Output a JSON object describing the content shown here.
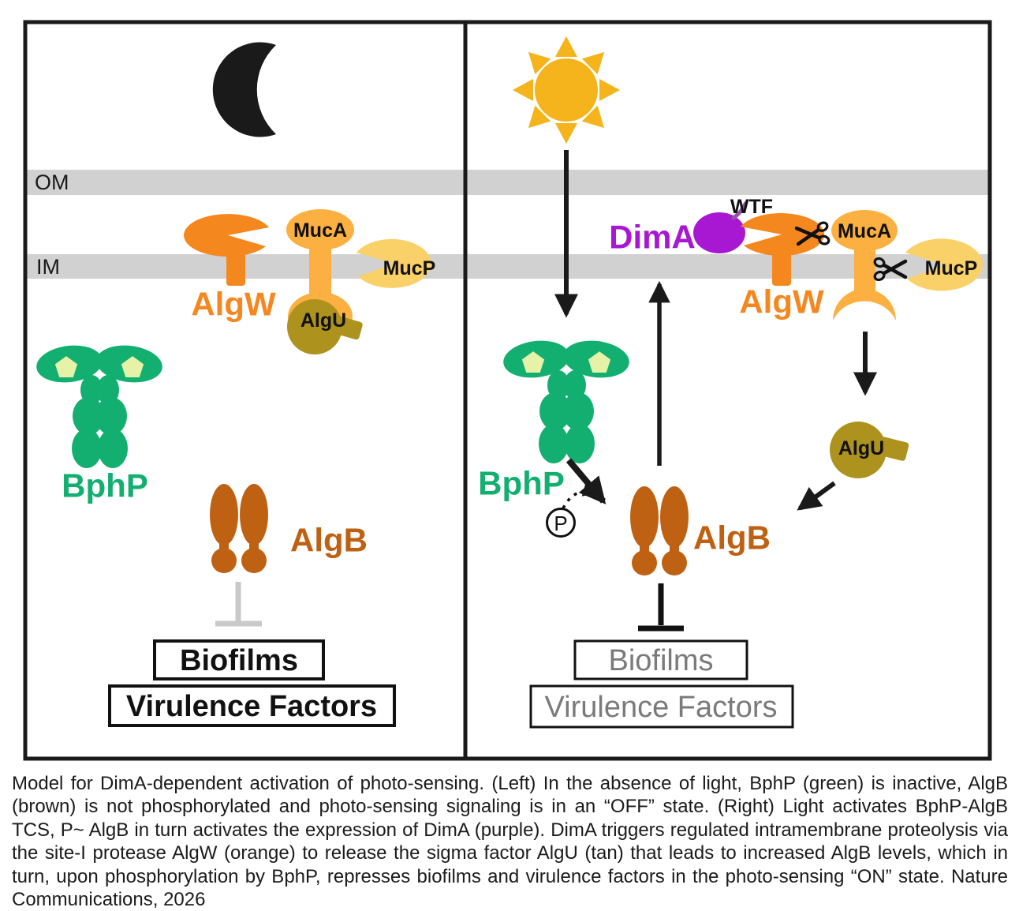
{
  "colors": {
    "algw_orange": "#F5871F",
    "muca_orange": "#FBB041",
    "mucp_yellow": "#FAD168",
    "algu_olive": "#AD921E",
    "bphp_green": "#13AF71",
    "pentagon_fill": "#E6F2A8",
    "algb_brown": "#BF6112",
    "dima_purple": "#A818D2",
    "wtf_purple": "#9455A8",
    "membrane_gray": "#D1D1D1",
    "inactive_gray": "#C9C9C9",
    "repressed_gray": "#7A7A7A",
    "sun_gold": "#F5B31C",
    "moon_black": "#1A1A1A",
    "arrow_black": "#1A1A1A"
  },
  "membranes": {
    "outer_label": "OM",
    "inner_label": "IM"
  },
  "left_panel": {
    "state_icon": "moon",
    "labels": {
      "algw": "AlgW",
      "muca": "MucA",
      "mucp": "MucP",
      "algu": "AlgU",
      "bphp": "BphP",
      "algb": "AlgB"
    },
    "boxes": {
      "biofilms": "Biofilms",
      "virulence_factors": "Virulence Factors"
    }
  },
  "right_panel": {
    "state_icon": "sun",
    "labels": {
      "dima": "DimA",
      "wtf": "WTF",
      "algw": "AlgW",
      "muca": "MucA",
      "mucp": "MucP",
      "algu": "AlgU",
      "bphp": "BphP",
      "algb": "AlgB",
      "phosphate": "P"
    },
    "boxes": {
      "biofilms": "Biofilms",
      "virulence_factors": "Virulence Factors"
    }
  },
  "caption": "Model for DimA-dependent activation of photo-sensing. (Left) In the absence of light, BphP (green) is inactive, AlgB (brown) is not phosphorylated and photo-sensing signaling is in an “OFF” state. (Right) Light activates BphP-AlgB TCS, P~ AlgB in turn activates the expression of DimA (purple). DimA triggers regulated intramembrane proteolysis via the site-I protease AlgW (orange) to release the sigma factor AlgU (tan) that leads to increased AlgB levels, which in turn, upon phosphorylation by BphP, represses biofilms and virulence factors in the photo-sensing “ON” state. Nature Communications, 2026"
}
